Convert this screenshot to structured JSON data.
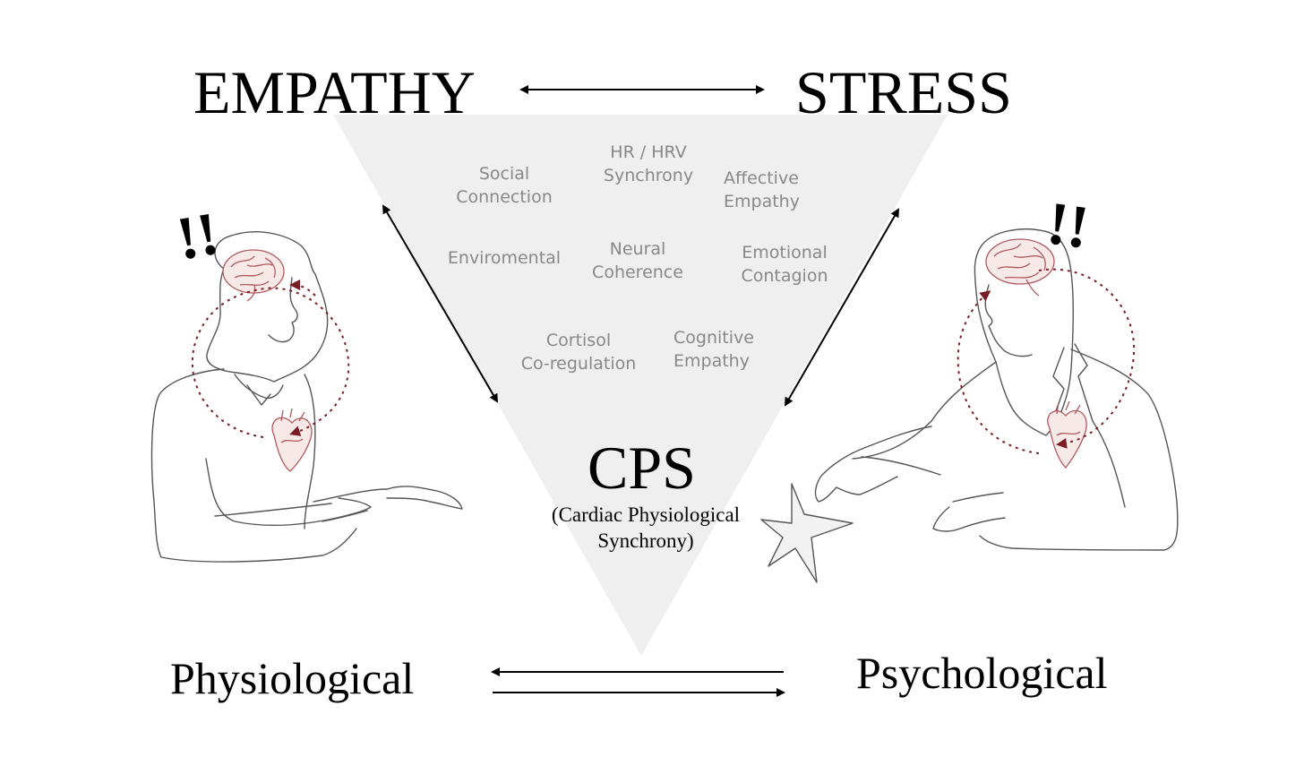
{
  "top": {
    "left": "EMPATHY",
    "right": "STRESS"
  },
  "bottom": {
    "left": "Physiological",
    "right": "Psychological"
  },
  "center": {
    "title": "CPS",
    "subtitle_line1": "(Cardiac Physiological",
    "subtitle_line2": "Synchrony)"
  },
  "factors": {
    "hr_hrv": [
      "HR / HRV",
      "Synchrony"
    ],
    "social": [
      "Social",
      "Connection"
    ],
    "affective": [
      "Affective",
      "Empathy"
    ],
    "environmental": [
      "Enviromental"
    ],
    "neural": [
      "Neural",
      "Coherence"
    ],
    "emotional": [
      "Emotional",
      "Contagion"
    ],
    "cortisol": [
      "Cortisol",
      "Co-regulation"
    ],
    "cognitive": [
      "Cognitive",
      "Empathy"
    ]
  },
  "alerts": {
    "left": "!!",
    "right": "!!"
  },
  "colors": {
    "triangle": "#efefef",
    "loop": "#7a1e26",
    "organ": "#b05a5e",
    "line": "#555555",
    "factor_text": "#888888"
  }
}
